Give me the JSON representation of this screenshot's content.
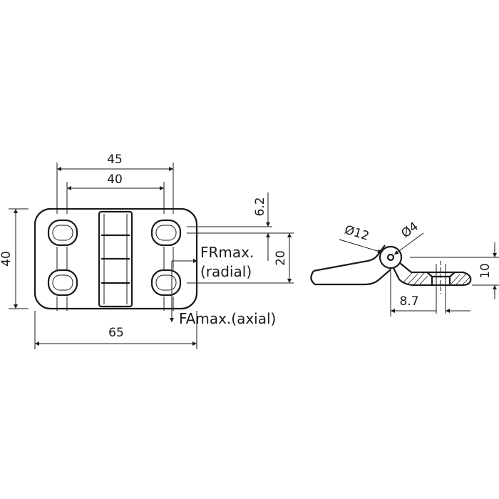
{
  "dimensions": {
    "width_outer": "45",
    "width_inner": "40",
    "height": "40",
    "total_length": "65",
    "offset_top": "6.2",
    "hole_spacing": "20",
    "pin_outer": "Ø12",
    "pin_inner": "Ø4",
    "side_thickness": "10",
    "side_offset": "8.7"
  },
  "forces": {
    "radial_line1": "FRmax.",
    "radial_line2": "(radial)",
    "axial": "FAmax.(axial)"
  },
  "colors": {
    "line": "#1a1a1a",
    "background": "#ffffff"
  }
}
